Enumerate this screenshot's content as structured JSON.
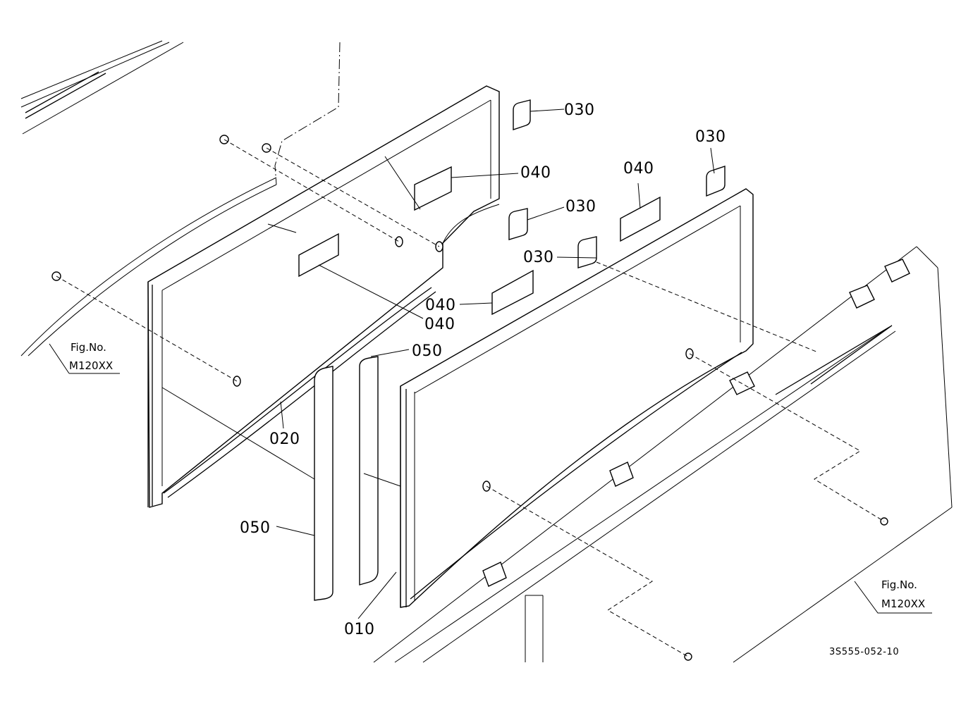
{
  "callouts": {
    "p030_a": "030",
    "p030_b": "030",
    "p030_c": "030",
    "p030_d": "030",
    "p040_a": "040",
    "p040_b": "040",
    "p040_c": "040",
    "p040_d": "040",
    "p050_a": "050",
    "p050_b": "050",
    "p020": "020",
    "p010": "010"
  },
  "figure_refs": {
    "left": {
      "line1": "Fig.No.",
      "line2": "M120XX"
    },
    "right": {
      "line1": "Fig.No.",
      "line2": "M120XX"
    }
  },
  "drawing_number": "3S555-052-10"
}
